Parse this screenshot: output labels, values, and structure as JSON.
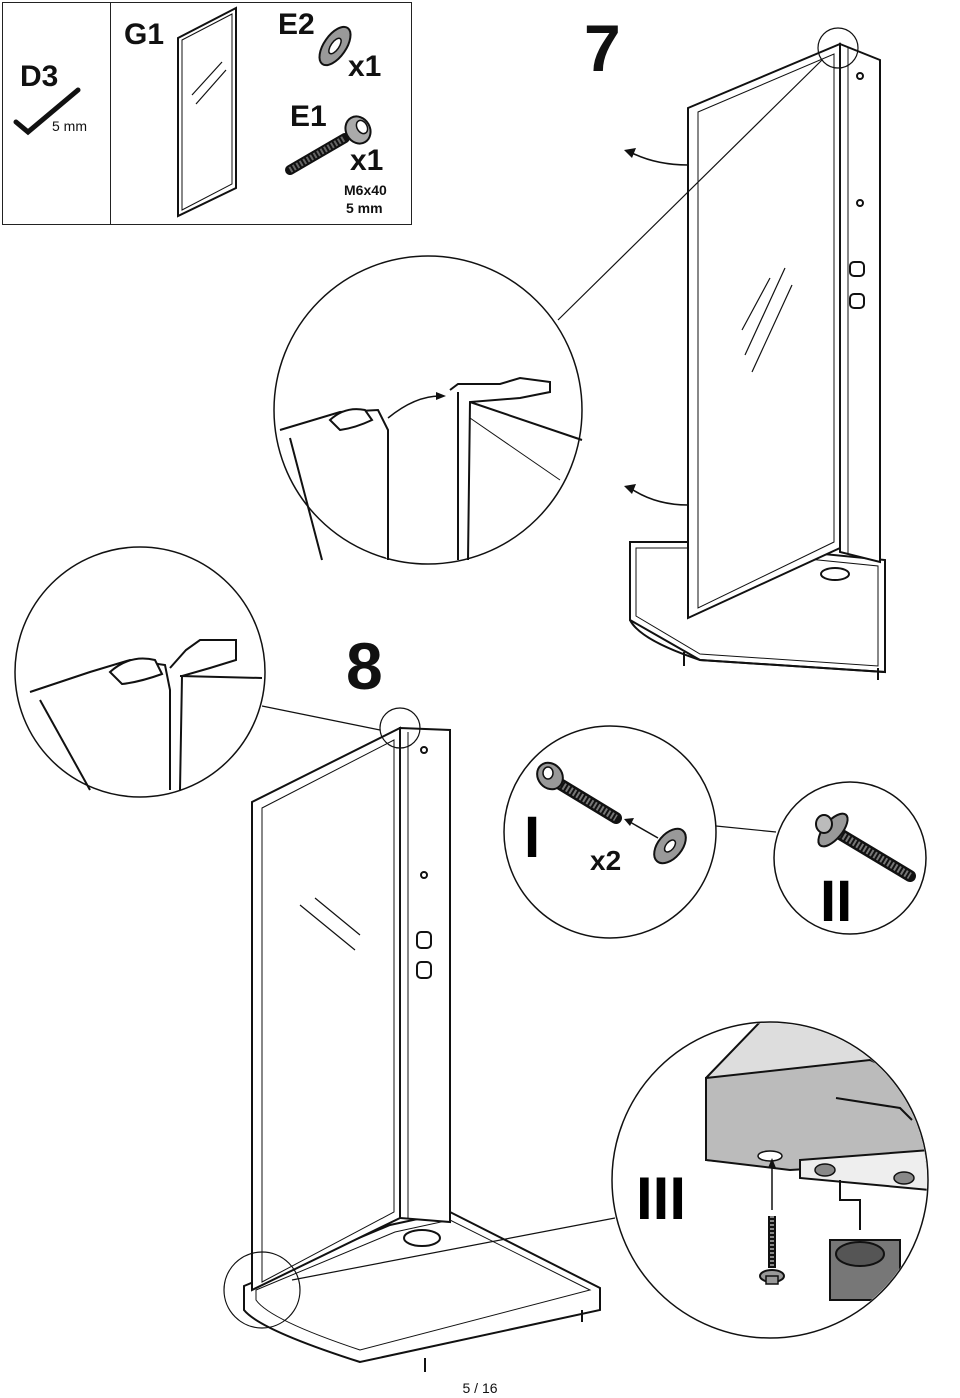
{
  "parts": {
    "d3": {
      "label": "D3",
      "size": "5 mm"
    },
    "g1": {
      "label": "G1"
    },
    "e2": {
      "label": "E2",
      "qty": "x1"
    },
    "e1": {
      "label": "E1",
      "qty": "x1",
      "spec": "M6x40",
      "tool": "5 mm"
    }
  },
  "steps": {
    "step7": "7",
    "step8": "8"
  },
  "details": {
    "I": {
      "label": "I",
      "qty": "x2"
    },
    "II": {
      "label": "II"
    },
    "III": {
      "label": "III"
    }
  },
  "footer": {
    "page": "5 / 16"
  }
}
